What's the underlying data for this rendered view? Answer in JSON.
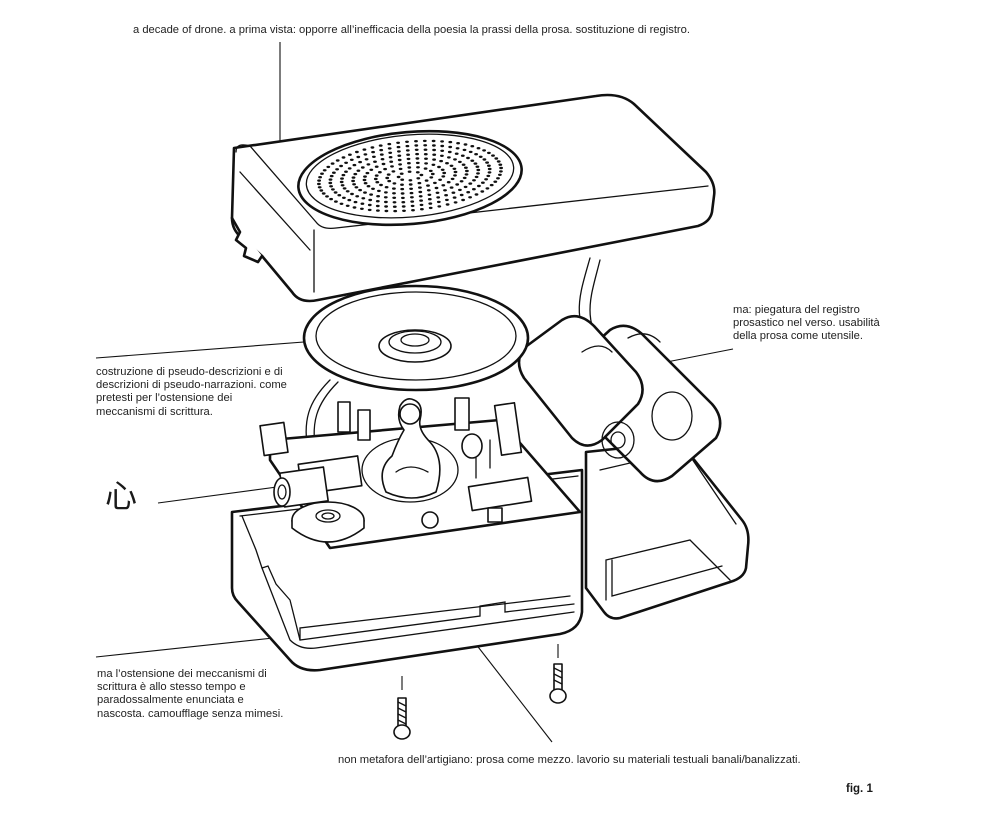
{
  "figure": {
    "caption": "fig. 1",
    "subject": "exploded view of a small speaker device"
  },
  "annotations": {
    "top": "a decade of drone. a prima vista: opporre all’inefficacia della poesia la prassi della prosa. sostituzione di registro.",
    "right": "ma: piegatura del registro\nprosastico nel verso. usabilità\ndella prosa come utensile.",
    "left": "costruzione di pseudo-descrizioni e di\ndescrizioni di pseudo-narrazioni. come\npretesti per l’ostensione dei\nmeccanismi di scrittura.",
    "kanji": "心",
    "bottom_left": "ma l’ostensione dei meccanismi di\nscrittura è allo stesso tempo e\nparadossalmente enunciata e\nnascosta. camoufflage senza mimesi.",
    "bottom": "non metafora dell’artigiano: prosa come mezzo. lavorio su materiali testuali banali/banalizzati."
  },
  "parts": [
    "top-cover",
    "speaker-grille",
    "speaker-cone",
    "batteries",
    "circuit-board",
    "buddha-figure",
    "volume-wheel",
    "audio-jack",
    "bottom-case",
    "battery-compartment",
    "screws"
  ]
}
